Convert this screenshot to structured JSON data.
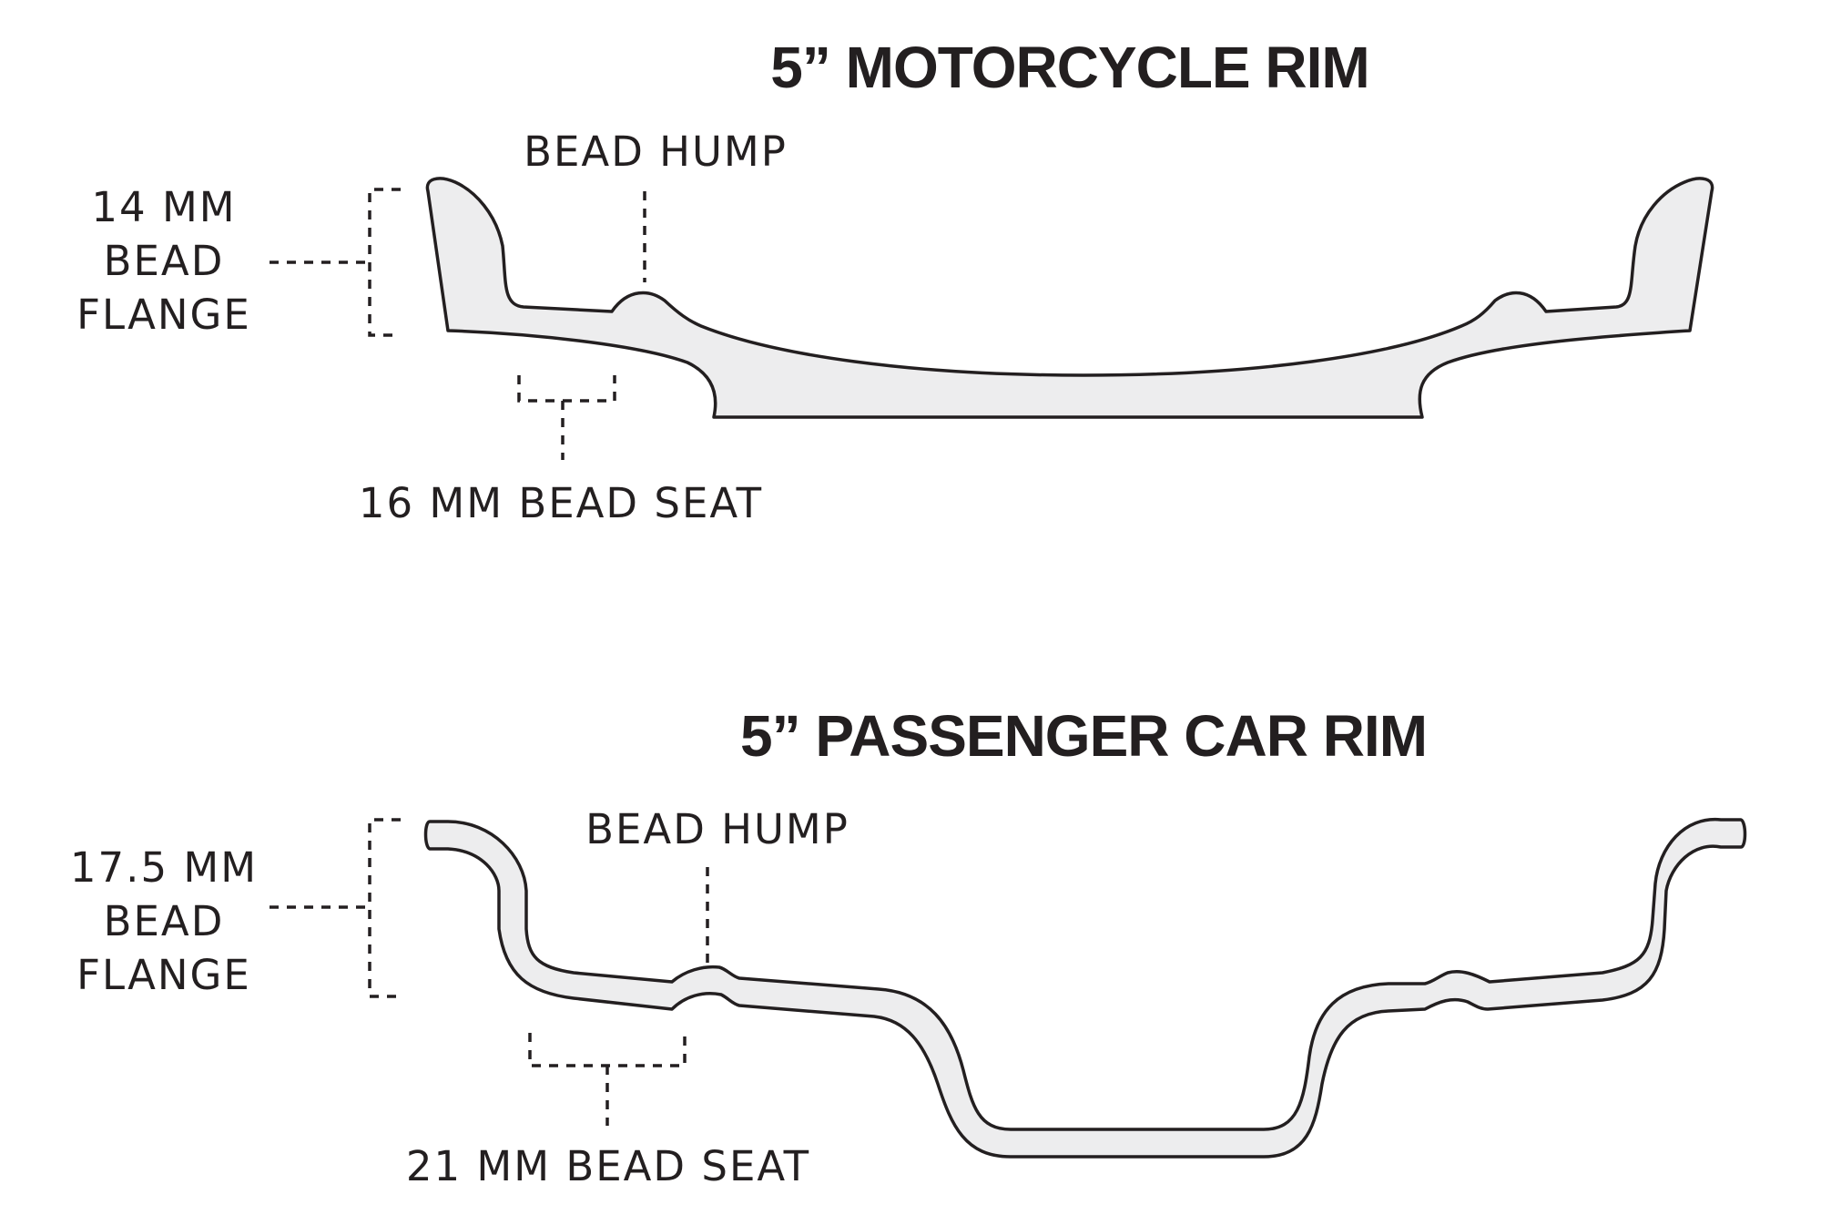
{
  "motorcycle": {
    "title": "5” MOTORCYCLE RIM",
    "bead_hump": "BEAD HUMP",
    "flange_value": "14 MM",
    "flange_line2": "BEAD",
    "flange_line3": "FLANGE",
    "bead_seat": "16 MM BEAD SEAT"
  },
  "passenger": {
    "title": "5” PASSENGER CAR RIM",
    "bead_hump": "BEAD HUMP",
    "flange_value": "17.5 MM",
    "flange_line2": "BEAD",
    "flange_line3": "FLANGE",
    "bead_seat": "21 MM BEAD SEAT"
  },
  "colors": {
    "ink": "#231f20",
    "rim_fill": "#ededee",
    "background": "#ffffff"
  }
}
